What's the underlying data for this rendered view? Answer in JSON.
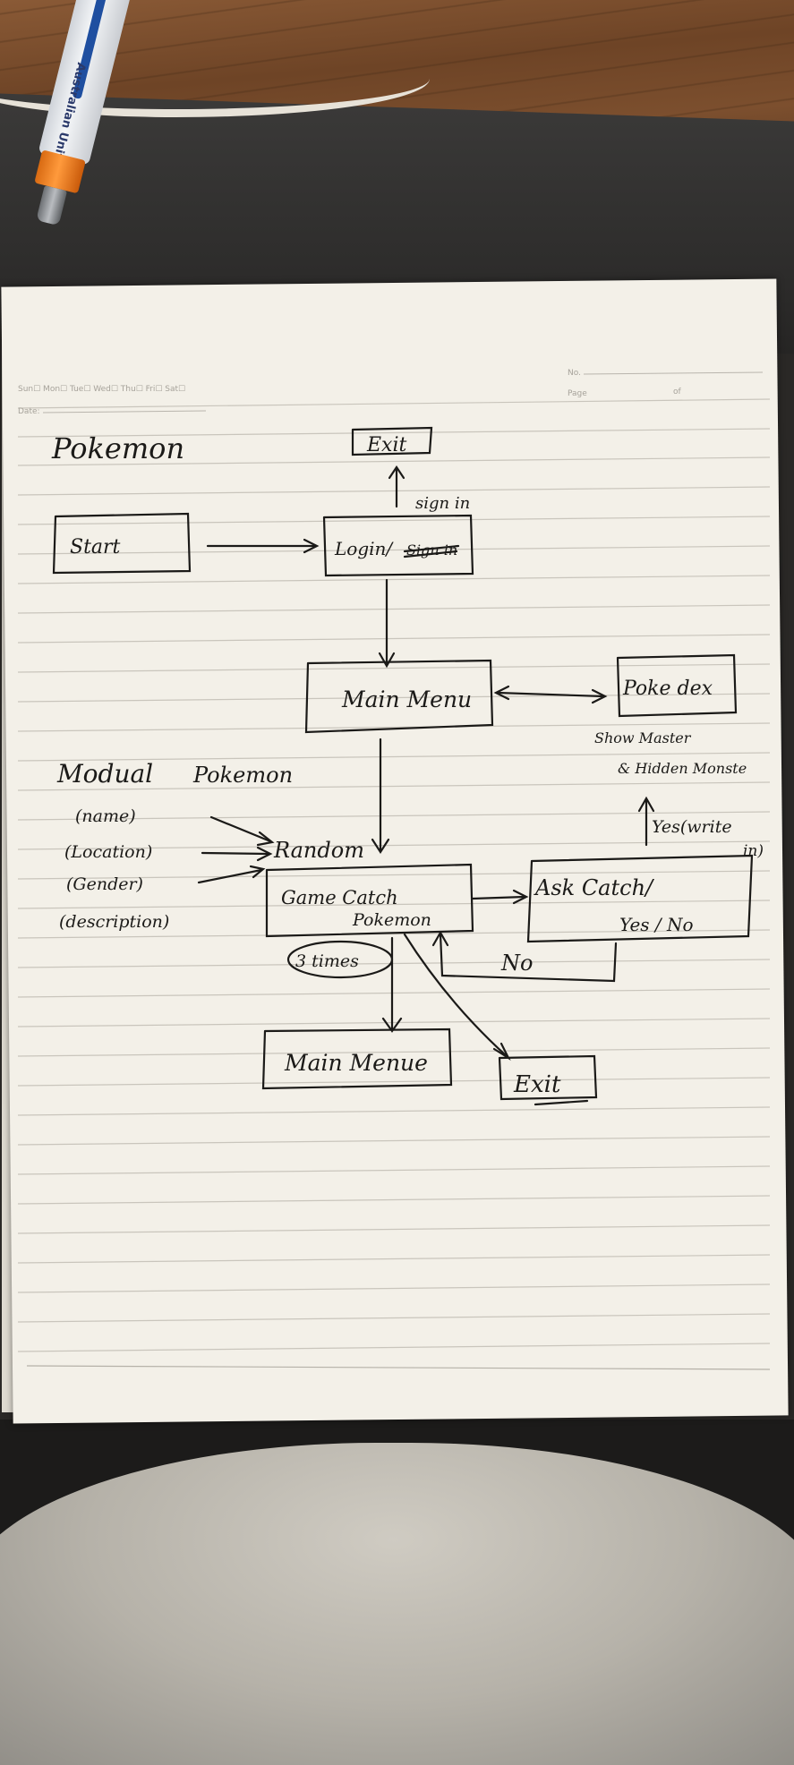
{
  "pen": {
    "brand": "Australian Unity"
  },
  "header": {
    "days": "Sun☐ Mon☐ Tue☐ Wed☐ Thu☐ Fri☐ Sat☐",
    "date_label": "Date:",
    "no_label": "No.",
    "page_label": "Page",
    "of_label": "of"
  },
  "diagram": {
    "title": "Pokemon",
    "exit_top": "Exit",
    "sign_in": "sign in",
    "start": "Start",
    "login": "Login/",
    "login_struck": "Sign in",
    "main_menu": "Main Menu",
    "pokedex": "Poke dex",
    "show_note": "Show Master",
    "show_note2": "& Hidden Monste",
    "yes_note": "Yes(write",
    "yes_note2": "in)",
    "model_title": "Modual",
    "model_title2": "Pokemon",
    "model_fields": [
      "(name)",
      "(Location)",
      "(Gender)",
      "(description)"
    ],
    "random": "Random",
    "game_line1": "Game  Catch",
    "game_line2": "Pokemon",
    "three_times": "3 times",
    "ask_line1": "Ask  Catch/",
    "ask_line2": "Yes / No",
    "no_label": "No",
    "main_menu_bottom": "Main Menue",
    "exit_bottom": "Exit"
  }
}
